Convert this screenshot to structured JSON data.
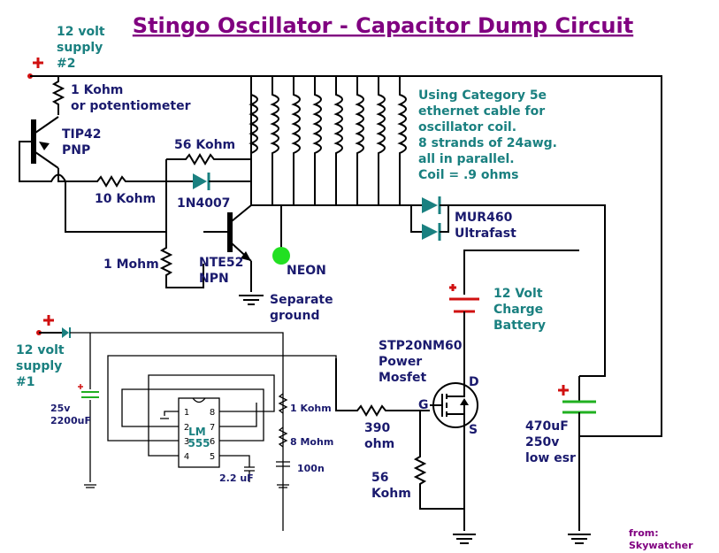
{
  "title": "Stingo Oscillator - Capacitor Dump Circuit",
  "supply2": [
    "12 volt",
    "supply",
    "#2"
  ],
  "supply1": [
    "12 volt",
    "supply",
    "#1"
  ],
  "r_1k_top": [
    "1 Kohm",
    "or potentiometer"
  ],
  "tip42": [
    "TIP42",
    "PNP"
  ],
  "r_56k_top": "56 Kohm",
  "r_10k": "10 Kohm",
  "diode_1n4007": "1N4007",
  "r_1mohm": "1 Mohm",
  "nte52": [
    "NTE52",
    "NPN"
  ],
  "neon": "NEON",
  "sep_ground": [
    "Separate",
    "ground"
  ],
  "coil_note": [
    "Using Category 5e",
    "ethernet cable for",
    "oscillator coil.",
    "8 strands of 24awg.",
    "all in parallel.",
    "Coil = .9 ohms"
  ],
  "mur460": [
    "MUR460",
    "Ultrafast"
  ],
  "battery": [
    "12 Volt",
    "Charge",
    "Battery"
  ],
  "mosfet": [
    "STP20NM60",
    "Power",
    "Mosfet"
  ],
  "mosfet_pins": {
    "d": "D",
    "g": "G",
    "s": "S"
  },
  "r_390": [
    "390",
    "ohm"
  ],
  "r_56k_gate": [
    "56",
    "Kohm"
  ],
  "cap_470": [
    "470uF",
    "250v",
    "low esr"
  ],
  "cap_2200": [
    "25v",
    "2200uF"
  ],
  "chip": {
    "name": [
      "LM",
      "555"
    ],
    "pins_left": [
      "1",
      "2",
      "3",
      "4"
    ],
    "pins_right": [
      "8",
      "7",
      "6",
      "5"
    ]
  },
  "r_1k_555": "1 Kohm",
  "r_8m": "8 Mohm",
  "cap_100n": "100n",
  "cap_22uf": "2.2 uF",
  "credit": [
    "from:",
    "Skywatcher"
  ],
  "colors": {
    "title": "#800080",
    "label": "#1a1a6e",
    "note": "#1a8080",
    "supply_plus": "#d01010",
    "diode": "#1a8080",
    "neon": "#22e022"
  }
}
